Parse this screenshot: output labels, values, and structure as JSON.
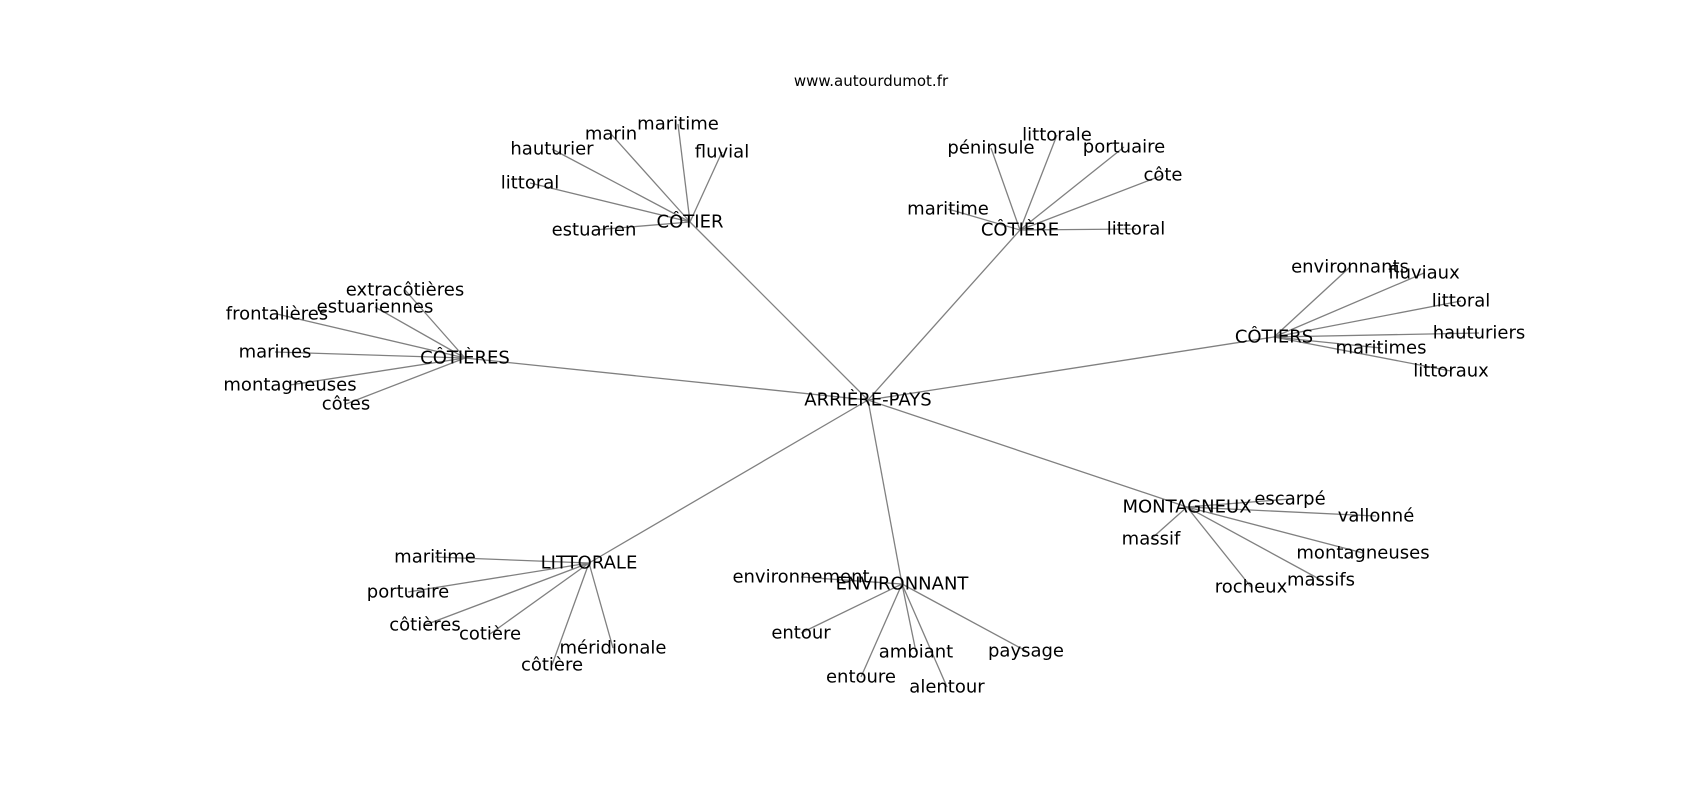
{
  "watermark": "www.autourdumot.fr",
  "graph": {
    "root": "ARRIÈRE-PAYS",
    "clusters": [
      {
        "hub": "CÔTIER",
        "leaves": [
          "maritime",
          "marin",
          "hauturier",
          "fluvial",
          "littoral",
          "estuarien"
        ]
      },
      {
        "hub": "CÔTIÈRE",
        "leaves": [
          "littorale",
          "péninsule",
          "portuaire",
          "côte",
          "maritime",
          "littoral"
        ]
      },
      {
        "hub": "CÔTIÈRES",
        "leaves": [
          "extracôtières",
          "estuariennes",
          "frontalières",
          "marines",
          "montagneuses",
          "côtes"
        ]
      },
      {
        "hub": "CÔTIERS",
        "leaves": [
          "environnants",
          "fluviaux",
          "littoral",
          "hauturiers",
          "maritimes",
          "littoraux"
        ]
      },
      {
        "hub": "MONTAGNEUX",
        "leaves": [
          "escarpé",
          "vallonné",
          "massif",
          "montagneuses",
          "massifs",
          "rocheux"
        ]
      },
      {
        "hub": "LITTORALE",
        "leaves": [
          "maritime",
          "portuaire",
          "côtières",
          "cotière",
          "méridionale",
          "côtière"
        ]
      },
      {
        "hub": "ENVIRONNANT",
        "leaves": [
          "environnement",
          "entour",
          "ambiant",
          "paysage",
          "entoure",
          "alentour"
        ]
      }
    ]
  }
}
